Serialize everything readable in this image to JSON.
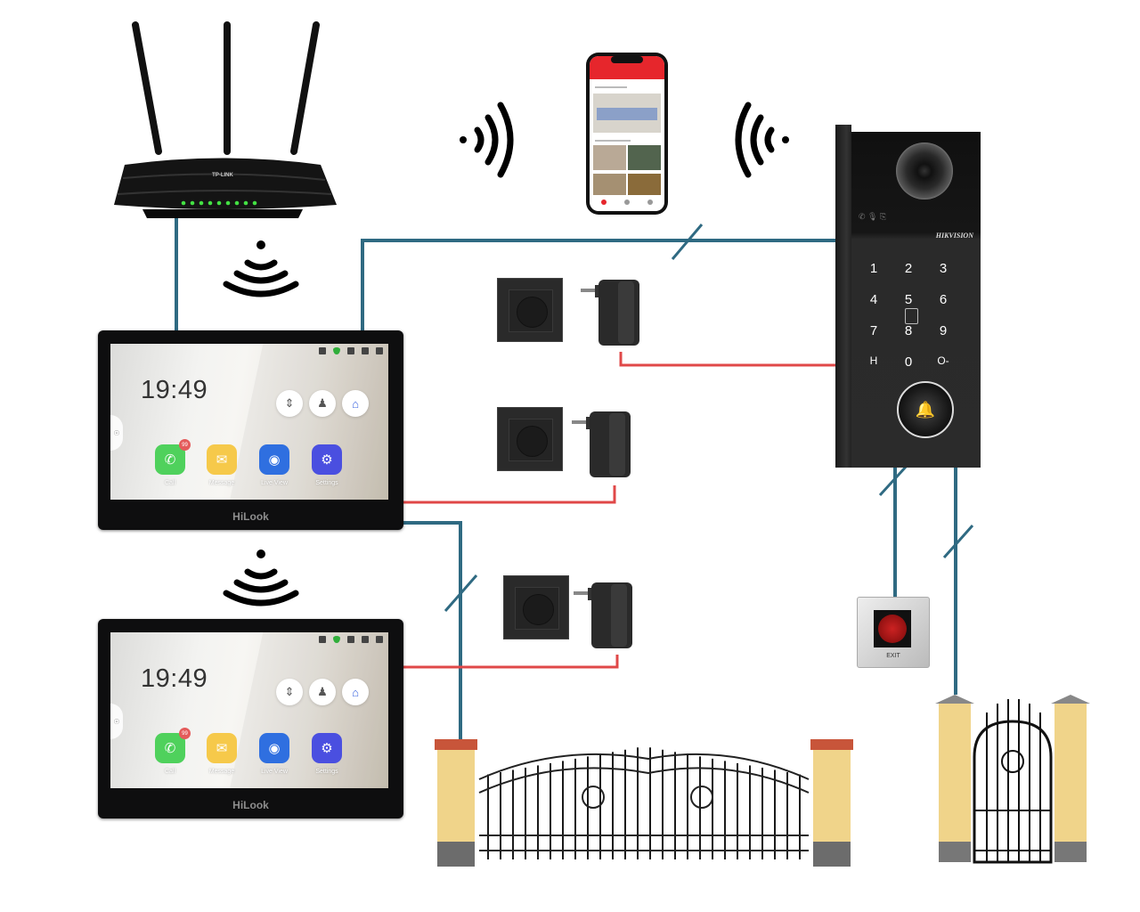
{
  "diagram": {
    "title": "",
    "colors": {
      "data_wire": "#2f6a82",
      "power_wire": "#e04848",
      "background": "#ffffff"
    },
    "router": {
      "brand": "TP-LINK",
      "icon": "router-icon",
      "leds": 9
    },
    "phone": {
      "icon": "smartphone-icon",
      "app_accent": "#e6262c"
    },
    "wireless_signals": [
      {
        "id": "phone-left",
        "icon": "wireless-signal-icon",
        "direction": "right"
      },
      {
        "id": "phone-right",
        "icon": "wireless-signal-icon",
        "direction": "left"
      },
      {
        "id": "monitor-1",
        "icon": "wifi-icon",
        "direction": "up"
      },
      {
        "id": "monitor-2",
        "icon": "wifi-icon",
        "direction": "up"
      }
    ],
    "monitors": [
      {
        "brand": "HiLook",
        "time": "19:49",
        "call_badge": "99",
        "apps": [
          {
            "label": "Call",
            "icon": "phone-icon",
            "color": "#4fd15c"
          },
          {
            "label": "Message",
            "icon": "envelope-icon",
            "color": "#f6c94a"
          },
          {
            "label": "Live View",
            "icon": "live-view-icon",
            "color": "#2f6fe0"
          },
          {
            "label": "Settings",
            "icon": "gear-icon",
            "color": "#4a4fe0"
          }
        ],
        "quick_buttons": [
          "elevator-icon",
          "guard-icon",
          "home-user-icon"
        ]
      },
      {
        "brand": "HiLook",
        "time": "19:49",
        "call_badge": "99",
        "apps": [
          {
            "label": "Call",
            "icon": "phone-icon",
            "color": "#4fd15c"
          },
          {
            "label": "Message",
            "icon": "envelope-icon",
            "color": "#f6c94a"
          },
          {
            "label": "Live View",
            "icon": "live-view-icon",
            "color": "#2f6fe0"
          },
          {
            "label": "Settings",
            "icon": "gear-icon",
            "color": "#4a4fe0"
          }
        ],
        "quick_buttons": [
          "elevator-icon",
          "guard-icon",
          "home-user-icon"
        ]
      }
    ],
    "door_station": {
      "brand": "HIKVISION",
      "keys": [
        "1",
        "2",
        "3",
        "4",
        "5",
        "6",
        "7",
        "8",
        "9",
        "H",
        "0",
        "O-"
      ],
      "bell_icon": "bell-icon"
    },
    "exit_button": {
      "label": "EXIT"
    },
    "power_supplies": 3,
    "gates": [
      {
        "type": "double-swing-gate"
      },
      {
        "type": "wicket-gate"
      }
    ]
  }
}
